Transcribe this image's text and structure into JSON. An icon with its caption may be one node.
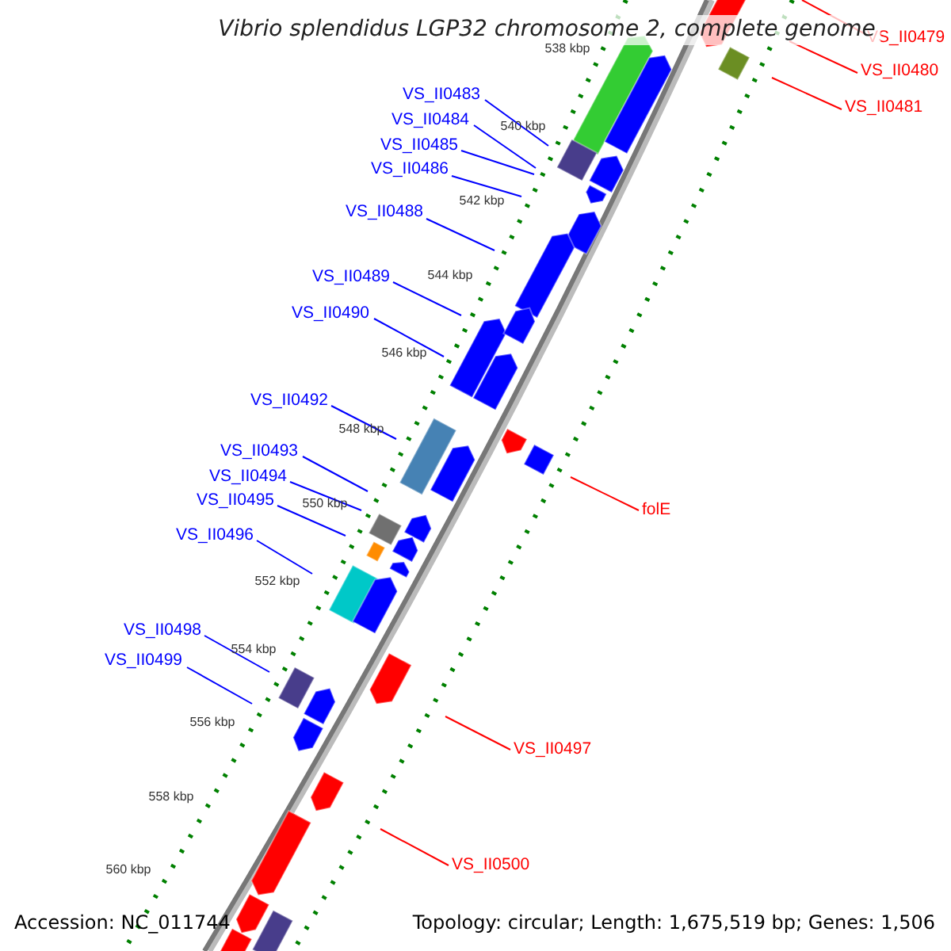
{
  "diagram": {
    "title": "Vibrio splendidus LGP32 chromosome 2, complete genome",
    "nodes": [
      {
        "text": [
          "VS_II0479"
        ]
      },
      {
        "text": [
          "VS_II0480"
        ]
      },
      {
        "text": [
          "VS_II0483"
        ]
      },
      {
        "text": [
          "VS_II0481"
        ]
      },
      {
        "text": [
          "VS_II0484"
        ]
      },
      {
        "text": [
          "VS_II0485"
        ]
      },
      {
        "text": [
          "VS_II0486"
        ]
      },
      {
        "text": [
          "VS_II0488"
        ]
      },
      {
        "text": [
          "VS_II0489"
        ]
      },
      {
        "text": [
          "VS_II0490"
        ]
      },
      {
        "text": [
          "VS_II0492"
        ]
      },
      {
        "text": [
          "VS_II0493"
        ]
      },
      {
        "text": [
          "VS_II0494"
        ]
      },
      {
        "text": [
          "folE"
        ]
      },
      {
        "text": [
          "VS_II0495"
        ]
      },
      {
        "text": [
          "VS_II0496"
        ]
      },
      {
        "text": [
          "VS_II0498"
        ]
      },
      {
        "text": [
          "VS_II0499"
        ]
      },
      {
        "text": [
          "VS_II0497"
        ]
      },
      {
        "text": [
          "VS_II0500"
        ]
      }
    ],
    "edges": [
      {
        "from": 0,
        "to": null,
        "arrow": "none",
        "color": "#ff0000"
      },
      {
        "from": 1,
        "to": null,
        "arrow": "none",
        "color": "#ff0000"
      },
      {
        "from": 2,
        "to": null,
        "arrow": "none"
      },
      {
        "from": 3,
        "to": null,
        "arrow": "none",
        "color": "#ff0000"
      },
      {
        "from": 4,
        "to": null,
        "arrow": "none"
      },
      {
        "from": 5,
        "to": null,
        "arrow": "none"
      },
      {
        "from": 6,
        "to": null,
        "arrow": "none"
      },
      {
        "from": 7,
        "to": null,
        "arrow": "none"
      },
      {
        "from": 8,
        "to": null,
        "arrow": "none"
      },
      {
        "from": 9,
        "to": null,
        "arrow": "none"
      },
      {
        "from": 10,
        "to": null,
        "arrow": "none"
      },
      {
        "from": 11,
        "to": null,
        "arrow": "none"
      },
      {
        "from": 12,
        "to": null,
        "arrow": "none"
      },
      {
        "from": 13,
        "to": null,
        "arrow": "none",
        "color": "#ff0000"
      },
      {
        "from": 14,
        "to": null,
        "arrow": "none"
      },
      {
        "from": 15,
        "to": null,
        "arrow": "none"
      },
      {
        "from": 16,
        "to": null,
        "arrow": "none"
      },
      {
        "from": 17,
        "to": null,
        "arrow": "none"
      },
      {
        "from": 18,
        "to": null,
        "arrow": "none",
        "color": "#ff0000"
      },
      {
        "from": 19,
        "to": null,
        "arrow": "none",
        "color": "#ff0000"
      }
    ],
    "labels": [
      "538 kbp",
      "540 kbp",
      "542 kbp",
      "544 kbp",
      "546 kbp",
      "548 kbp",
      "550 kbp",
      "552 kbp",
      "554 kbp",
      "556 kbp",
      "558 kbp",
      "560 kbp",
      "Accession: NC_011744",
      "Topology: circular; Length: 1,675,519 bp; Genes: 1,506"
    ]
  }
}
